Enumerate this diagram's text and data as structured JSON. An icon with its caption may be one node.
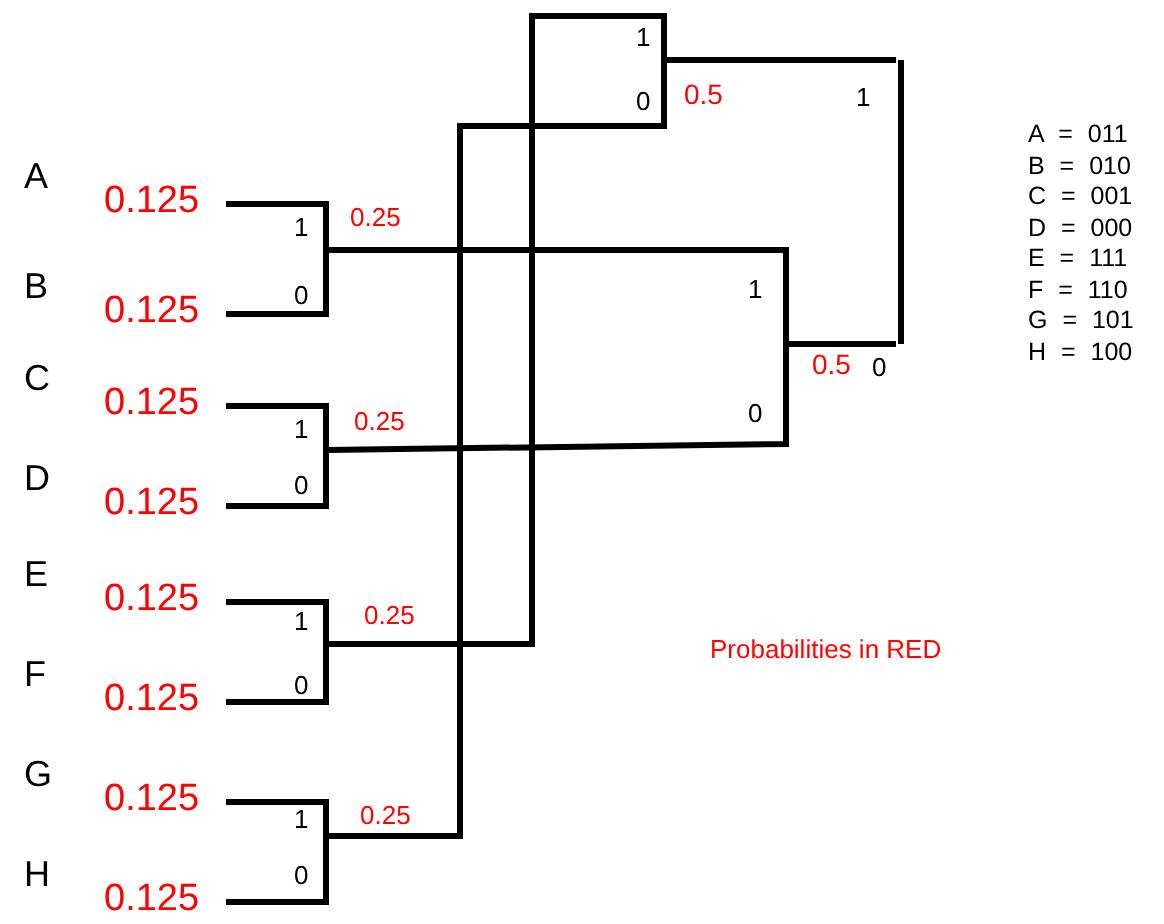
{
  "diagram": {
    "nodes": [
      {
        "text": [
          "0.125"
        ],
        "beside": [
          "A"
        ]
      },
      {
        "text": [
          "0.125"
        ],
        "beside": [
          "B"
        ]
      },
      {
        "text": [
          "0.125"
        ],
        "beside": [
          "C"
        ]
      },
      {
        "text": [
          "0.125"
        ],
        "beside": [
          "D"
        ]
      },
      {
        "text": [
          "0.125"
        ],
        "beside": [
          "E"
        ]
      },
      {
        "text": [
          "0.125"
        ],
        "beside": [
          "F"
        ]
      },
      {
        "text": [
          "0.125"
        ],
        "beside": [
          "G"
        ]
      },
      {
        "text": [
          "0.125"
        ],
        "beside": [
          "H"
        ]
      },
      {
        "text": [
          "0.25"
        ]
      },
      {
        "text": [
          "0.25"
        ]
      },
      {
        "text": [
          "0.25"
        ]
      },
      {
        "text": [
          "0.25"
        ]
      },
      {
        "text": [
          "0.5"
        ]
      },
      {
        "text": [
          "0.5"
        ]
      },
      {
        "text": [],
        "shape": "bar"
      }
    ],
    "edges": [
      {
        "from": 0,
        "to": 8,
        "arrow": "none",
        "label": "1"
      },
      {
        "from": 1,
        "to": 8,
        "arrow": "none",
        "label": "0"
      },
      {
        "from": 2,
        "to": 9,
        "arrow": "none",
        "label": "1"
      },
      {
        "from": 3,
        "to": 9,
        "arrow": "none",
        "label": "0"
      },
      {
        "from": 4,
        "to": 10,
        "arrow": "none",
        "label": "1"
      },
      {
        "from": 5,
        "to": 10,
        "arrow": "none",
        "label": "0"
      },
      {
        "from": 6,
        "to": 11,
        "arrow": "none",
        "label": "1"
      },
      {
        "from": 7,
        "to": 11,
        "arrow": "none",
        "label": "0"
      },
      {
        "from": 10,
        "to": 12,
        "arrow": "none",
        "label": "1"
      },
      {
        "from": 11,
        "to": 12,
        "arrow": "none",
        "label": "0"
      },
      {
        "from": 8,
        "to": 13,
        "arrow": "none",
        "label": "1"
      },
      {
        "from": 9,
        "to": 13,
        "arrow": "none",
        "label": "0"
      },
      {
        "from": 12,
        "to": 14,
        "arrow": "none",
        "label": "1"
      },
      {
        "from": 13,
        "to": 14,
        "arrow": "none",
        "label": "0"
      }
    ],
    "labels": [
      "A = 011",
      "B = 010",
      "C = 001",
      "D = 000",
      "E = 111",
      "F = 110",
      "G = 101",
      "H = 100",
      "Probabilities in RED"
    ]
  }
}
